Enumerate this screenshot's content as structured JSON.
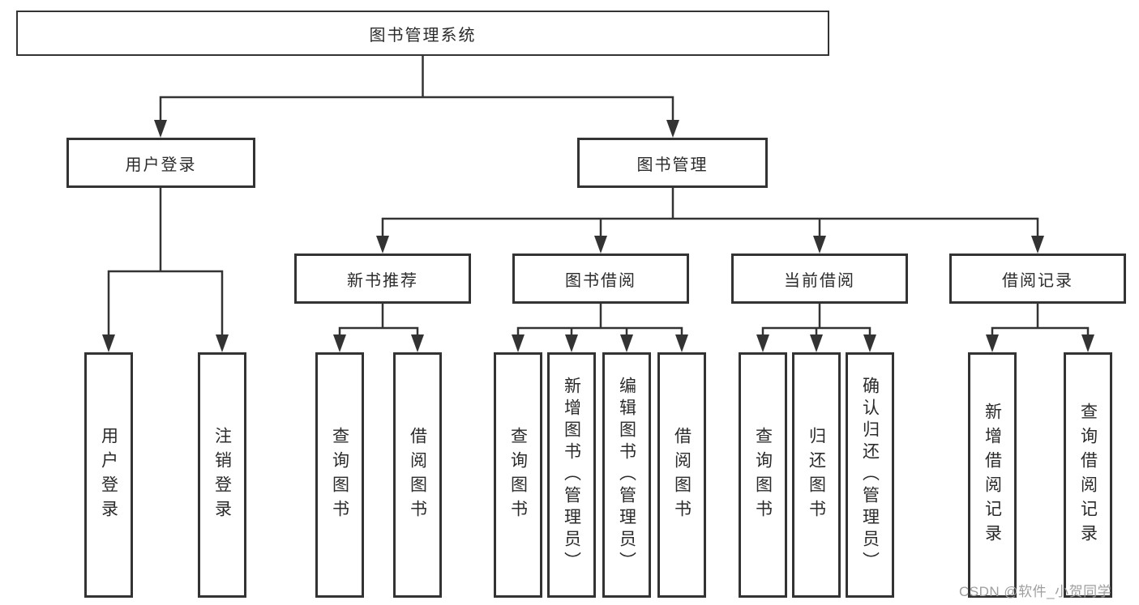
{
  "diagram": {
    "title_node": "图书管理系统",
    "tree": {
      "root": "图书管理系统",
      "children": [
        {
          "label": "用户登录",
          "children": [
            {
              "label": "用户登录"
            },
            {
              "label": "注销登录"
            }
          ]
        },
        {
          "label": "图书管理",
          "children": [
            {
              "label": "新书推荐",
              "children": [
                {
                  "label": "查询图书"
                },
                {
                  "label": "借阅图书"
                }
              ]
            },
            {
              "label": "图书借阅",
              "children": [
                {
                  "label": "查询图书"
                },
                {
                  "label": "新增图书（管理员）"
                },
                {
                  "label": "编辑图书（管理员）"
                },
                {
                  "label": "借阅图书"
                }
              ]
            },
            {
              "label": "当前借阅",
              "children": [
                {
                  "label": "查询图书"
                },
                {
                  "label": "归还图书"
                },
                {
                  "label": "确认归还（管理员）"
                }
              ]
            },
            {
              "label": "借阅记录",
              "children": [
                {
                  "label": "新增借阅记录"
                },
                {
                  "label": "查询借阅记录"
                }
              ]
            }
          ]
        }
      ]
    },
    "colors": {
      "line": "#333333",
      "box_border": "#333333",
      "text": "#2b2b2b",
      "watermark": "#9e9e9e",
      "background": "#ffffff"
    }
  },
  "watermark": {
    "text": "CSDN @软件_小贺同学"
  }
}
